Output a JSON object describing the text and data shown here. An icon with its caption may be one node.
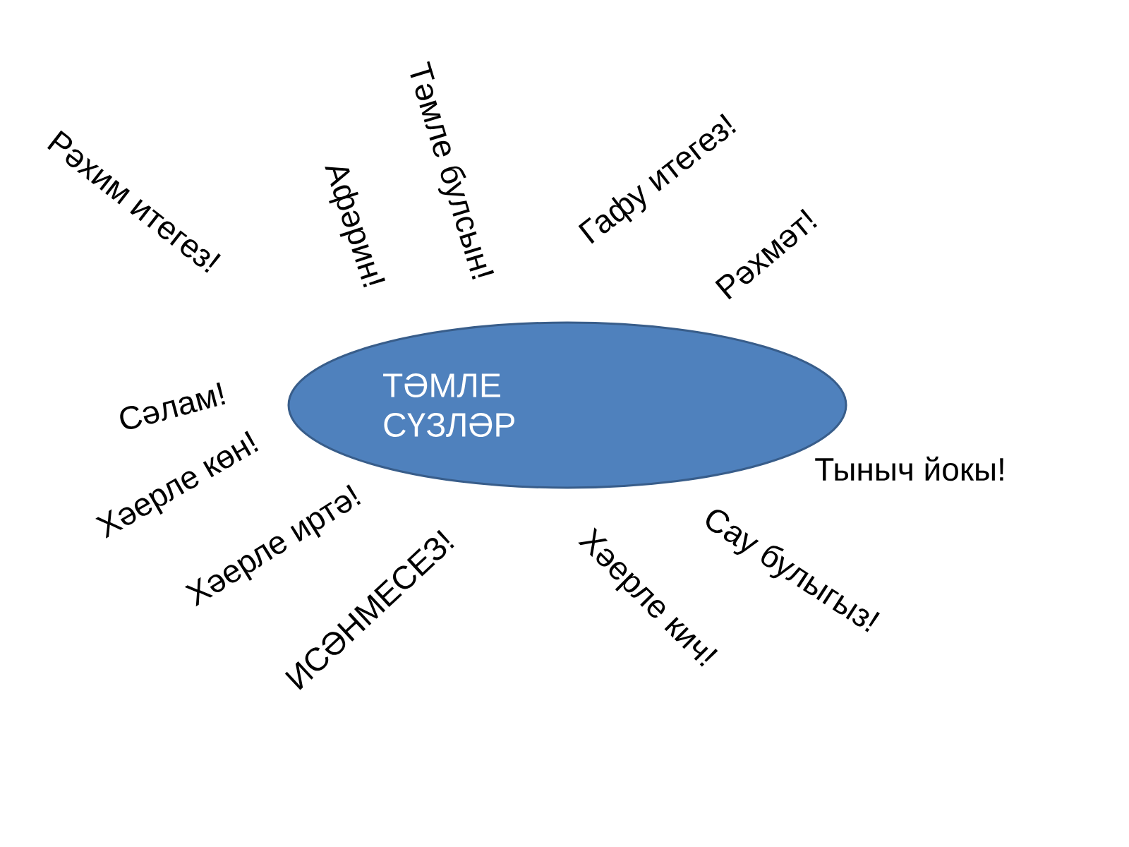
{
  "diagram": {
    "nodes": [
      {
        "text": [
          "ТӘМЛЕ СҮЗЛӘР"
        ]
      }
    ],
    "labels": [
      "Рәхим итегез!",
      "Тәмле булсын!",
      "Афәрин!",
      "Гафу итегез!",
      "Рәхмәт!",
      "Сәлам!",
      "Хәерле көн!",
      "Тыныч йокы!",
      "Хәерле иртә!",
      "ИСӘНМЕСЕЗ!",
      "Хәерле кич!",
      "Сау булыгыз!"
    ]
  }
}
